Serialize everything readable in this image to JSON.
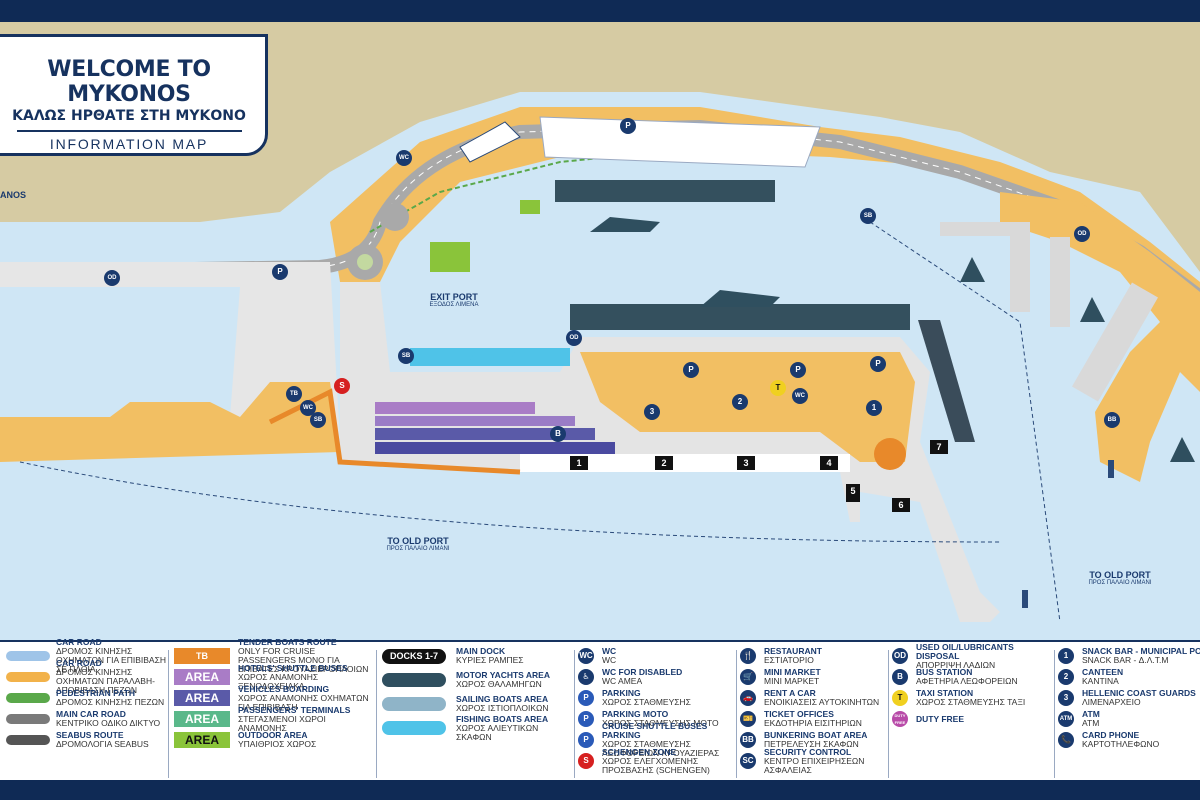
{
  "title": {
    "main": "WELCOME TO MYKONOS",
    "greek": "ΚΑΛΩΣ ΗΡΘΑΤΕ ΣΤΗ ΜΥΚΟΝΟ",
    "sub": "INFORMATION MAP"
  },
  "map_labels": {
    "exit_port": "EXIT PORT",
    "exit_port_gr": "ΕΞΟΔΟΣ ΛΙΜΕΝΑ",
    "to_old_port_1": "TO OLD PORT",
    "to_old_port_1_gr": "ΠΡΟΣ ΠΑΛΑΙΟ ΛΙΜΑΝΙ",
    "to_old_port_2": "TO OLD PORT",
    "to_old_port_2_gr": "ΠΡΟΣ ΠΑΛΑΙΟ ΛΙΜΑΝΙ",
    "left_cut": "ANOS",
    "docks": [
      "1",
      "2",
      "3",
      "4",
      "5",
      "6",
      "7"
    ],
    "markers": [
      "P",
      "P",
      "P",
      "P",
      "P",
      "WC",
      "WC",
      "WC",
      "SB",
      "SB",
      "SB",
      "OD",
      "OD",
      "OD",
      "BB",
      "TB",
      "B",
      "T",
      "S",
      "1",
      "2",
      "3"
    ]
  },
  "legend": {
    "col1": [
      {
        "en": "CAR ROAD",
        "gr": "ΔΡΟΜΟΣ ΚΙΝΗΣΗΣ ΟΧΗΜΑΤΩΝ ΓΙΑ ΕΠΙΒΙΒΑΣΗ ΣΕ ΠΛΟΙΑ",
        "color": "#9fc4e8"
      },
      {
        "en": "CAR ROAD",
        "gr": "ΔΡΟΜΟΣ ΚΙΝΗΣΗΣ ΟΧΗΜΑΤΩΝ ΠΑΡΑΛΑΒΗ-ΑΠΟΒΙΒΑΣΗ ΠΕΖΩΝ",
        "color": "#f2b24a"
      },
      {
        "en": "PEDESTRIAN PATH",
        "gr": "ΔΡΟΜΟΣ ΚΙΝΗΣΗΣ ΠΕΖΩΝ",
        "color": "#5aa84a"
      },
      {
        "en": "MAIN CAR ROAD",
        "gr": "ΚΕΝΤΡΙΚΟ ΟΔΙΚΟ ΔΙΚΤΥΟ",
        "color": "#7a7a7a"
      },
      {
        "en": "SEABUS ROUTE",
        "gr": "ΔΡΟΜΟΛΟΓΙΑ SEABUS",
        "color": "#555555"
      }
    ],
    "col2": [
      {
        "swatch": "TB",
        "en": "TENDER BOATS ROUTE",
        "gr": "ONLY FOR CRUISE PASSENGERS ΜΟΝΟ ΓΙΑ ΕΠΙΒΑΤΕΣ ΚΡΟΥΑΖΙΕΡΟΠΛΟΙΩΝ",
        "color": "#e8892a"
      },
      {
        "swatch": "AREA",
        "en": "HOTELS' SHUTTLE BUSES",
        "gr": "ΧΩΡΟΣ ΑΝΑΜΟΝΗΣ ΞΕΝΟΔΟΧΕΙΑΚΑ",
        "color": "#a97cc6"
      },
      {
        "swatch": "AREA",
        "en": "VEHICLES BOARDING",
        "gr": "ΧΩΡΟΣ ΑΝΑΜΟΝΗΣ ΟΧΗΜΑΤΩΝ ΓΙΑ ΕΠΙΒΙΒΑΣΗ",
        "color": "#5a5aa8"
      },
      {
        "swatch": "AREA",
        "en": "PASSENGERS' TERMINALS",
        "gr": "ΣΤΕΓΑΣΜΕΝΟΙ ΧΩΡΟΙ ΑΝΑΜΟΝΗΣ",
        "color": "#5ab88a"
      },
      {
        "swatch": "AREA",
        "en": "OUTDOOR AREA",
        "gr": "ΥΠΑΙΘΡΙΟΣ ΧΩΡΟΣ",
        "color": "#8ac43a"
      }
    ],
    "col3": [
      {
        "swatch": "DOCKS 1-7",
        "en": "MAIN DOCK",
        "gr": "ΚΥΡΙΕΣ ΡΑΜΠΕΣ",
        "color": "#111111"
      },
      {
        "en": "MOTOR YACHTS AREA",
        "gr": "ΧΩΡΟΣ ΘΑΛΑΜΗΓΩΝ",
        "color": "#2f4f5f"
      },
      {
        "en": "SAILING BOATS AREA",
        "gr": "ΧΩΡΟΣ ΙΣΤΙΟΠΛΟΙΚΩΝ",
        "color": "#8fb4c8"
      },
      {
        "en": "FISHING BOATS AREA",
        "gr": "ΧΩΡΟΣ ΑΛΙΕΥΤΙΚΩΝ ΣΚΑΦΩΝ",
        "color": "#4fc3e8"
      }
    ],
    "col4": [
      {
        "icon": "WC",
        "en": "WC",
        "gr": "WC"
      },
      {
        "icon": "♿",
        "en": "WC FOR DISABLED",
        "gr": "WC AMEA"
      },
      {
        "icon": "P",
        "en": "PARKING",
        "gr": "ΧΩΡΟΣ ΣΤΑΘΜΕΥΣΗΣ"
      },
      {
        "icon": "P",
        "en": "PARKING MOTO",
        "gr": "ΧΩΡΟΣ ΣΤΑΘΜΕΥΣΗΣ ΜΟΤΟ"
      },
      {
        "icon": "P",
        "en": "CRUISE SHUTTLE BUSES PARKING",
        "gr": "ΧΩΡΟΣ ΣΤΑΘΜΕΥΣΗΣ ΛΕΩΦΟΡΕΙΩΝ ΚΡΟΥΑΖΙΕΡΑΣ"
      },
      {
        "icon": "S",
        "en": "SCHENGEN ZONE",
        "gr": "ΧΩΡΟΣ ΕΛΕΓΧΟΜΕΝΗΣ ΠΡΟΣΒΑΣΗΣ (SCHENGEN)"
      }
    ],
    "col5": [
      {
        "icon": "🍴",
        "en": "RESTAURANT",
        "gr": "ΕΣΤΙΑΤΟΡΙΟ"
      },
      {
        "icon": "🛒",
        "en": "MINI MARKET",
        "gr": "MINI MAPKET"
      },
      {
        "icon": "🚗",
        "en": "RENT A CAR",
        "gr": "ΕΝΟΙΚΙΑΣΕΙΣ ΑΥΤΟΚΙΝΗΤΩΝ"
      },
      {
        "icon": "🎫",
        "en": "TICKET OFFICES",
        "gr": "ΕΚΔΟΤΗΡΙΑ ΕΙΣΙΤΗΡΙΩΝ"
      },
      {
        "icon": "BB",
        "en": "BUNKERING BOAT AREA",
        "gr": "ΠΕΤΡΕΛΕΥΣΗ ΣΚΑΦΩΝ"
      },
      {
        "icon": "SC",
        "en": "SECURITY CONTROL",
        "gr": "ΚΕΝΤΡΟ ΕΠΙΧΕΙΡΗΣΕΩΝ ΑΣΦΑΛΕΙΑΣ"
      }
    ],
    "col6": [
      {
        "icon": "OD",
        "en": "USED OIL/LUBRICANTS DISPOSAL",
        "gr": "ΑΠΟΡΡΙΨΗ ΛΑΔΙΩΝ"
      },
      {
        "icon": "B",
        "en": "BUS STATION",
        "gr": "ΑΦΕΤΗΡΙΑ ΛΕΩΦΟΡΕΙΩΝ"
      },
      {
        "icon": "T",
        "en": "TAXI STATION",
        "gr": "ΧΩΡΟΣ ΣΤΑΘΜΕΥΣΗΣ ΤΑΞΙ"
      },
      {
        "icon": "DUTY FREE",
        "en": "DUTY FREE",
        "gr": ""
      }
    ],
    "col7": [
      {
        "icon": "1",
        "en": "SNACK BAR - MUNICIPAL PORT",
        "gr": "SNACK BAR - Δ.Λ.Τ.Μ"
      },
      {
        "icon": "2",
        "en": "CANTEEN",
        "gr": "ΚΑΝΤΙΝΑ"
      },
      {
        "icon": "3",
        "en": "HELLENIC COAST GUARDS",
        "gr": "ΛΙΜΕΝΑΡΧΕΙΟ"
      },
      {
        "icon": "ATM",
        "en": "ATM",
        "gr": "ATM"
      },
      {
        "icon": "📞",
        "en": "CARD PHONE",
        "gr": "ΚΑΡΤΟΤΗΛΕΦΩΝΟ"
      }
    ]
  },
  "colors": {
    "sea": "#cde6f5",
    "land": "#d4c9a2",
    "quay": "#f5c46a",
    "road": "#b8b8b8",
    "navy": "#16325f"
  }
}
